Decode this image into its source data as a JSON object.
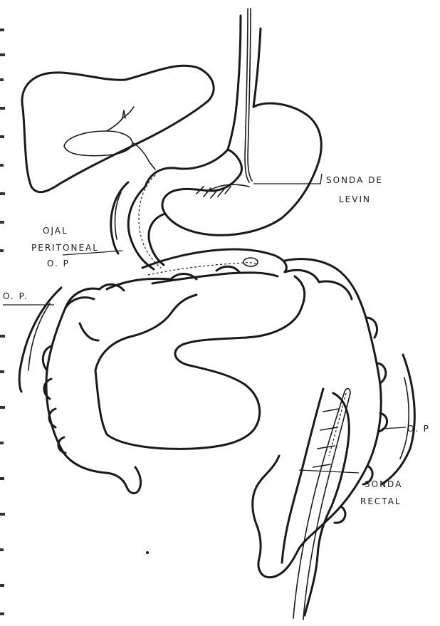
{
  "labels": {
    "sonda_levin_1": "SONDA DE",
    "sonda_levin_2": "LEVIN",
    "ojal_1": "OJAL",
    "ojal_2": "PERITONEAL",
    "op_center": "O. P",
    "op_left": "O. P.",
    "op_right": "O. P",
    "sonda_rectal_1": "SONDA",
    "sonda_rectal_2": "RECTAL"
  }
}
